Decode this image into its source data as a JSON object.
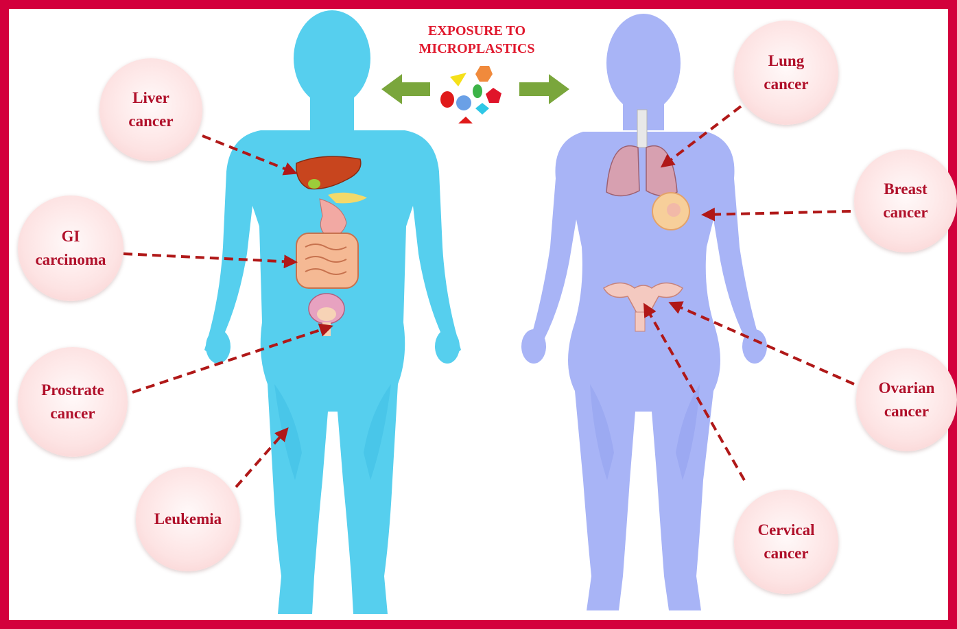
{
  "exposure_label": "EXPOSURE TO\nMICROPLASTICS",
  "colors": {
    "border": "#d3003c",
    "label_text": "#b0102a",
    "arrow": "#b01818",
    "male_body": "#56cfee",
    "female_body": "#a8b4f6",
    "direction_arrow": "#7aa63c"
  },
  "cancers": {
    "liver": "Liver\ncancer",
    "gi": "GI\ncarcinoma",
    "prostate": "Prostrate\ncancer",
    "leukemia": "Leukemia",
    "lung": "Lung\ncancer",
    "breast": "Breast\ncancer",
    "ovarian": "Ovarian\ncancer",
    "cervical": "Cervical\ncancer"
  }
}
